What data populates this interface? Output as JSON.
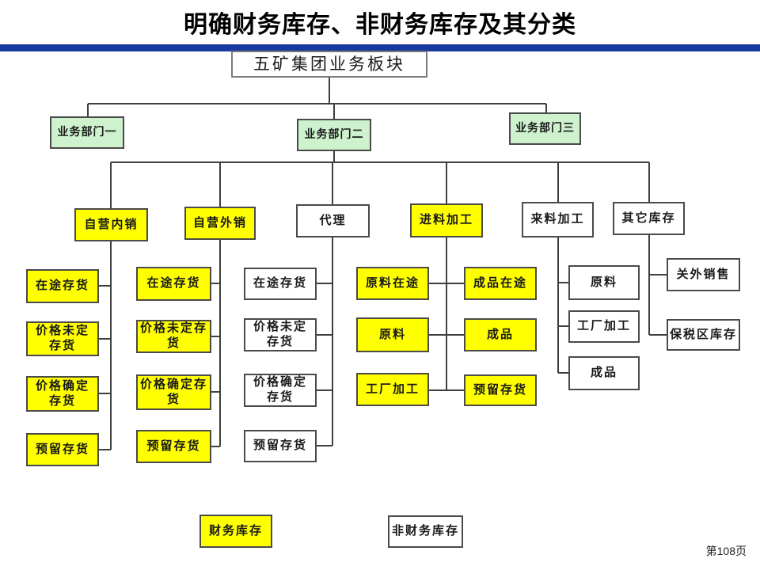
{
  "header": {
    "title": "明确财务库存、非财务库存及其分类"
  },
  "footer": {
    "page_number": "第108页"
  },
  "colors": {
    "accent_bar": "#16399F",
    "financial_fill": "#FFFF00",
    "non_financial_fill": "#FFFFFF",
    "department_fill": "#CDF2CD",
    "box_border": "#4A4A4A",
    "connector": "#3F3F3F",
    "title_color": "#000000"
  },
  "diagram": {
    "root": {
      "label": "五矿集团业务板块"
    },
    "departments": [
      {
        "label": "业务部门一"
      },
      {
        "label": "业务部门二"
      },
      {
        "label": "业务部门三"
      }
    ],
    "categories": [
      {
        "label": "自营内销",
        "fill": "financial",
        "children": [
          "在途存货",
          "价格未定存货",
          "价格确定存货",
          "预留存货"
        ]
      },
      {
        "label": "自营外销",
        "fill": "financial",
        "children": [
          "在途存货",
          "价格未定存货",
          "价格确定存货",
          "预留存货"
        ]
      },
      {
        "label": "代理",
        "fill": "non_financial",
        "children": [
          "在途存货",
          "价格未定存货",
          "价格确定存货",
          "预留存货"
        ]
      },
      {
        "label": "进料加工",
        "fill": "financial",
        "children_left": [
          "原料在途",
          "原料",
          "工厂加工"
        ],
        "children_right": [
          "成品在途",
          "成品",
          "预留存货"
        ]
      },
      {
        "label": "来料加工",
        "fill": "non_financial",
        "children": [
          "原料",
          "工厂加工",
          "成品"
        ]
      },
      {
        "label": "其它库存",
        "fill": "non_financial",
        "children": [
          "关外销售",
          "保税区库存"
        ]
      }
    ],
    "legend": {
      "financial": {
        "label": "财务库存"
      },
      "non_financial": {
        "label": "非财务库存"
      }
    }
  }
}
